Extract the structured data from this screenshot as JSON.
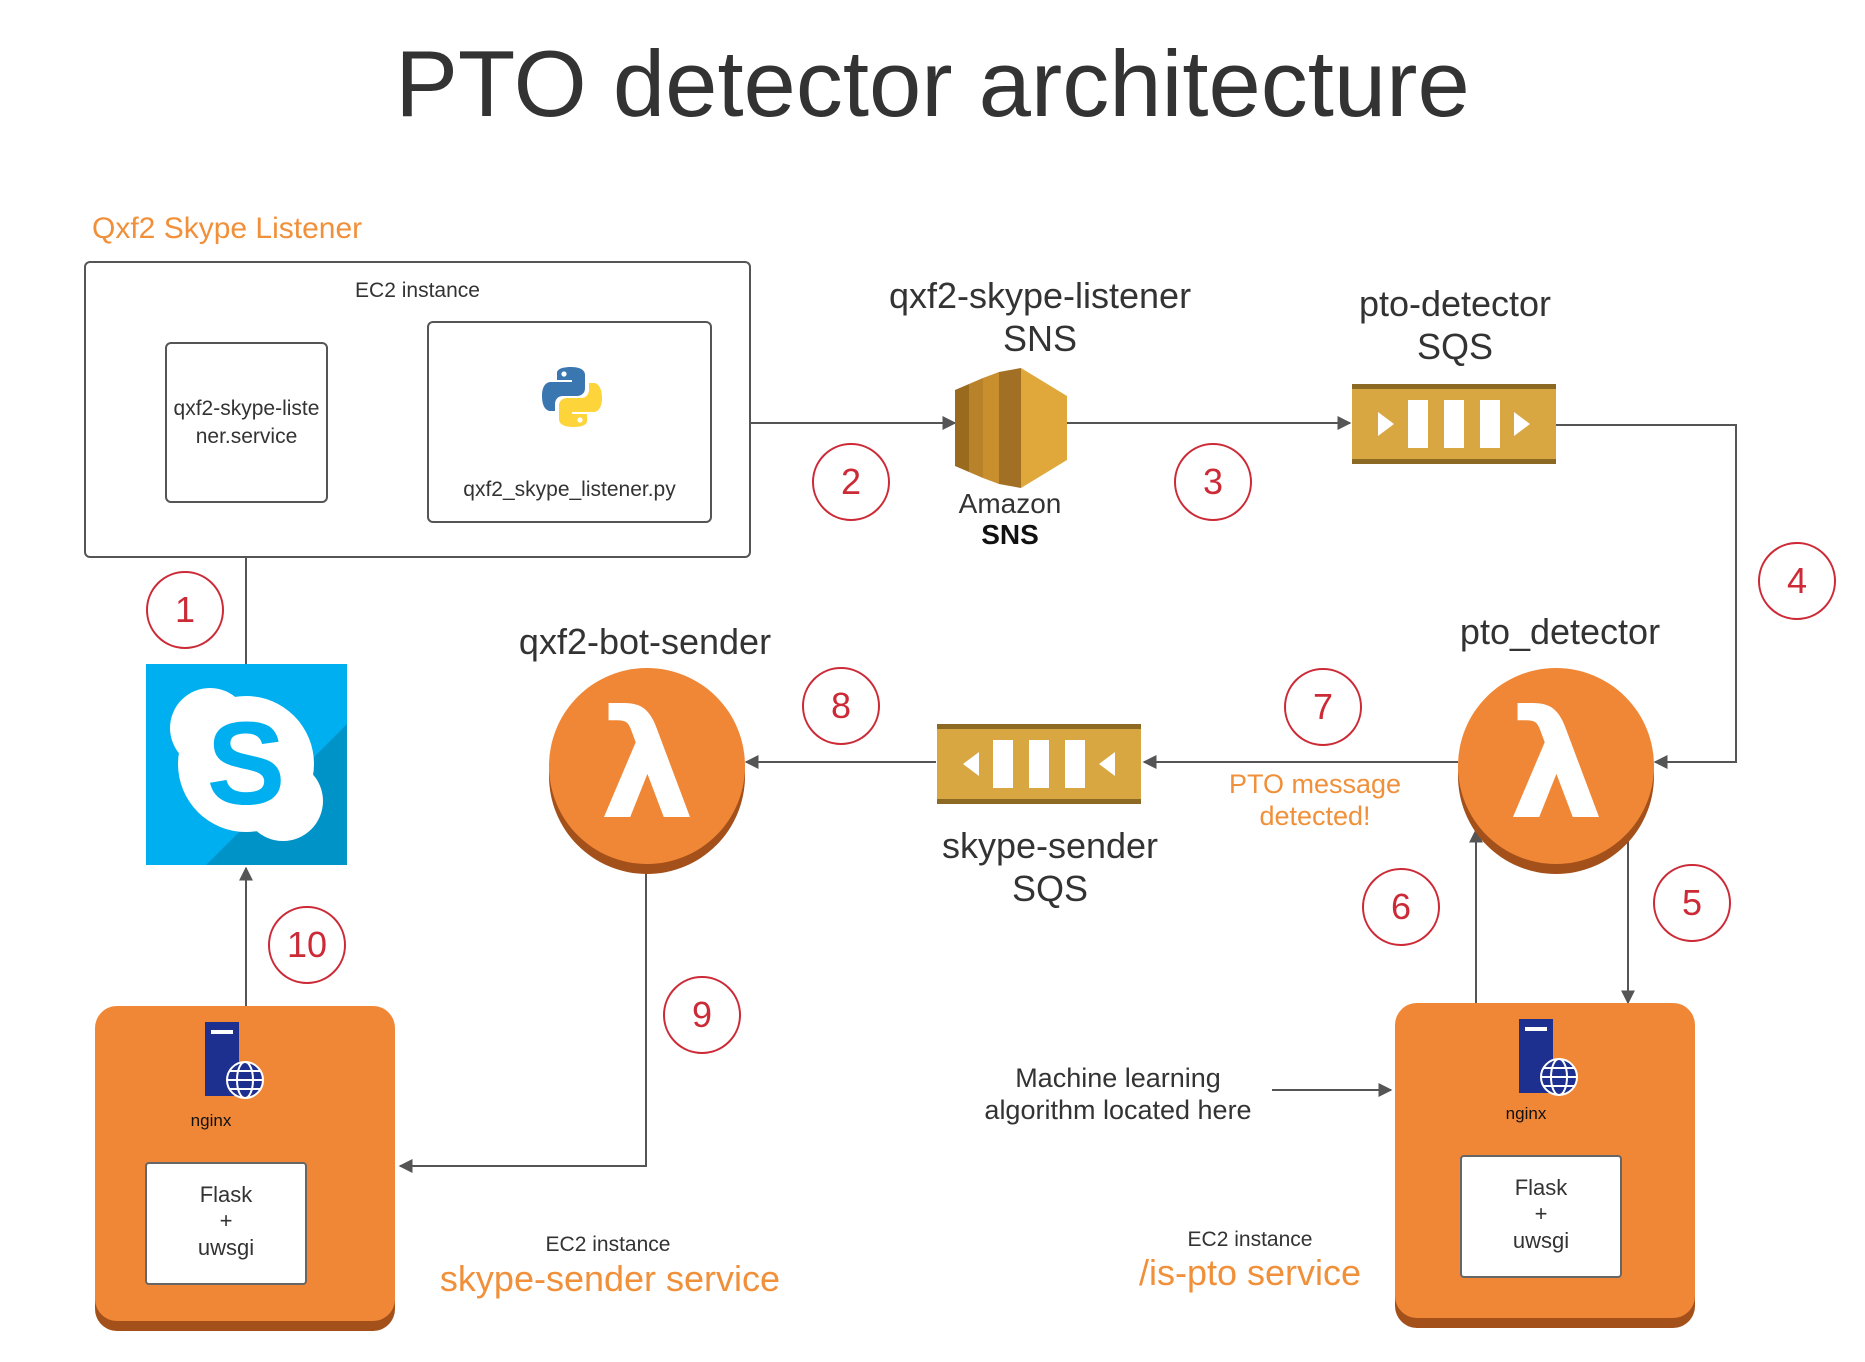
{
  "title": "PTO detector architecture",
  "listener_group": {
    "title": "Qxf2 Skype Listener",
    "ec2_label": "EC2 instance",
    "service_box": "qxf2-skype-listener.service",
    "python_box": "qxf2_skype_listener.py"
  },
  "sns": {
    "name": "qxf2-skype-listener",
    "type": "SNS",
    "logo_line1": "Amazon",
    "logo_line2": "SNS"
  },
  "sqs_detector": {
    "name": "pto-detector",
    "type": "SQS"
  },
  "lambda_detector": {
    "name": "pto_detector",
    "symbol": "λ"
  },
  "lambda_sender": {
    "name": "qxf2-bot-sender",
    "symbol": "λ"
  },
  "sqs_sender": {
    "name": "skype-sender",
    "type": "SQS"
  },
  "pto_message": {
    "line1": "PTO message",
    "line2": "detected!"
  },
  "ml_note": {
    "line1": "Machine learning",
    "line2": "algorithm located here"
  },
  "sender_service": {
    "nginx": "nginx",
    "flask_line1": "Flask",
    "flask_line2": "+",
    "flask_line3": "uwsgi",
    "ec2_label": "EC2 instance",
    "title": "skype-sender service"
  },
  "ispto_service": {
    "nginx": "nginx",
    "flask_line1": "Flask",
    "flask_line2": "+",
    "flask_line3": "uwsgi",
    "ec2_label": "EC2 instance",
    "title": "/is-pto service"
  },
  "steps": [
    "1",
    "2",
    "3",
    "4",
    "5",
    "6",
    "7",
    "8",
    "9",
    "10"
  ],
  "colors": {
    "accent_orange": "#f0903a",
    "step_red": "#cc2a36",
    "sqs_gold": "#d9a741",
    "skype_blue": "#00aff0"
  },
  "icons": [
    "python-icon",
    "amazon-sns-icon",
    "sqs-icon",
    "lambda-icon",
    "skype-icon",
    "server-globe-icon"
  ]
}
